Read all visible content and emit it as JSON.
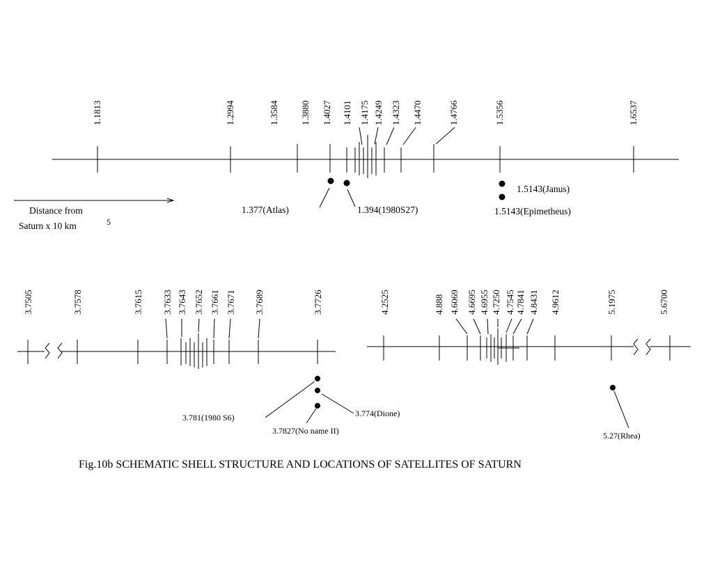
{
  "caption": "Fig.10b SCHEMATIC SHELL STRUCTURE AND LOCATIONS OF SATELLITES OF SATURN",
  "axis_note": {
    "line1": "Distance from",
    "line2": "Saturn x 10   km",
    "exponent": "5"
  },
  "panel_top": {
    "tick_labels": [
      "1.1813",
      "1.2994",
      "1.3584",
      "1.3880",
      "1.4027",
      "1.4101",
      "1.4175",
      "1.4249",
      "1.4323",
      "1.4470",
      "1.4766",
      "1.5356",
      "1.6537"
    ],
    "satellites": [
      {
        "label": "1.377(Atlas)"
      },
      {
        "label": "1.394(1980S27)"
      },
      {
        "label": "1.5143(Janus)"
      },
      {
        "label": "1.5143(Epimetheus)"
      }
    ]
  },
  "panel_left": {
    "tick_labels": [
      "3.7505",
      "3.7578",
      "3.7615",
      "3.7633",
      "3.7643",
      "3.7652",
      "3.7661",
      "3.7671",
      "3.7689",
      "3.7726"
    ],
    "satellites": [
      {
        "label": "3.781(1980 S6)"
      },
      {
        "label": "3.774(Dione)"
      },
      {
        "label": "3.7827(No name II)"
      }
    ]
  },
  "panel_right": {
    "tick_labels": [
      "4.2525",
      "4.888",
      "4.6069",
      "4.6695",
      "4.6955",
      "4.7250",
      "4.7545",
      "4.7841",
      "4.8431",
      "4.9612",
      "5.1975",
      "5.6700"
    ],
    "satellites": [
      {
        "label": "5.27(Rhea)"
      }
    ]
  }
}
